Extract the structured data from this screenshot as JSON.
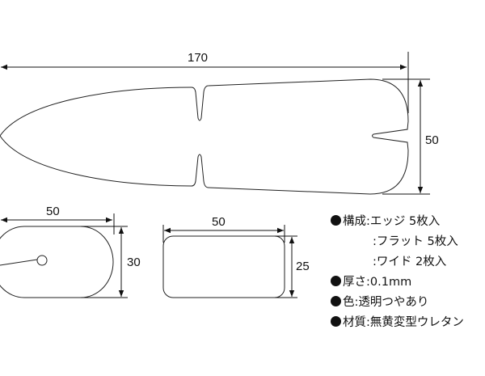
{
  "dimensions": {
    "main_length": "170",
    "main_width": "50",
    "oval_length": "50",
    "oval_width": "30",
    "rect_length": "50",
    "rect_width": "25"
  },
  "specs": {
    "composition_label": "構成",
    "composition": [
      ":エッジ 5枚入",
      ":フラット 5枚入",
      ":ワイド 2枚入"
    ],
    "thickness_label": "厚さ",
    "thickness": ":0.1mm",
    "color_label": "色",
    "color": ":透明つやあり",
    "material_label": "材質",
    "material": ":無黄変型ウレタン"
  }
}
